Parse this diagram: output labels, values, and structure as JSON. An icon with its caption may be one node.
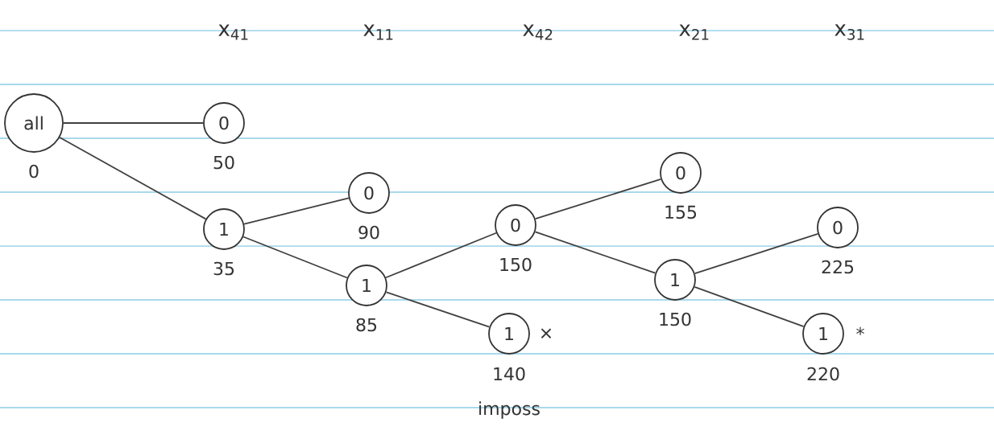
{
  "diagram": {
    "nodes": [
      {
        "text": [
          "all"
        ],
        "beside": [
          "0"
        ]
      },
      {
        "text": [
          "0"
        ],
        "beside": [
          "50"
        ]
      },
      {
        "text": [
          "1"
        ],
        "beside": [
          "35"
        ]
      },
      {
        "text": [
          "0"
        ],
        "beside": [
          "90"
        ]
      },
      {
        "text": [
          "1"
        ],
        "beside": [
          "85"
        ]
      },
      {
        "text": [
          "0"
        ],
        "beside": [
          "150"
        ]
      },
      {
        "text": [
          "1"
        ],
        "beside": [
          "×",
          "140",
          "imposs"
        ]
      },
      {
        "text": [
          "0"
        ],
        "beside": [
          "155"
        ]
      },
      {
        "text": [
          "1"
        ],
        "beside": [
          "150"
        ]
      },
      {
        "text": [
          "0"
        ],
        "beside": [
          "225"
        ]
      },
      {
        "text": [
          "1"
        ],
        "beside": [
          "*",
          "220"
        ]
      }
    ],
    "edges": [
      {
        "from": 0,
        "to": 1,
        "arrow": "none"
      },
      {
        "from": 0,
        "to": 2,
        "arrow": "none"
      },
      {
        "from": 2,
        "to": 3,
        "arrow": "none"
      },
      {
        "from": 2,
        "to": 4,
        "arrow": "none"
      },
      {
        "from": 4,
        "to": 5,
        "arrow": "none"
      },
      {
        "from": 4,
        "to": 6,
        "arrow": "none"
      },
      {
        "from": 5,
        "to": 7,
        "arrow": "none"
      },
      {
        "from": 5,
        "to": 8,
        "arrow": "none"
      },
      {
        "from": 8,
        "to": 9,
        "arrow": "none"
      },
      {
        "from": 8,
        "to": 10,
        "arrow": "none"
      }
    ],
    "labels": [
      "x$_{41}$",
      "x$_{11}$",
      "x$_{42}$",
      "x$_{21}$",
      "x$_{31}$"
    ]
  }
}
